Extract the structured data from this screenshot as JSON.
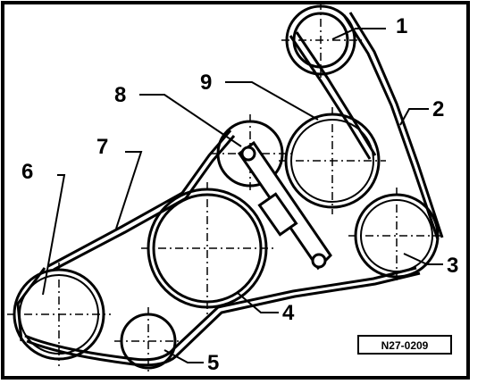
{
  "diagram": {
    "reference_code": "N27-0209",
    "callouts": [
      {
        "id": "pulley-1",
        "label": "1"
      },
      {
        "id": "belt-2",
        "label": "2"
      },
      {
        "id": "pulley-3",
        "label": "3"
      },
      {
        "id": "pulley-4",
        "label": "4"
      },
      {
        "id": "pulley-5",
        "label": "5"
      },
      {
        "id": "pulley-6",
        "label": "6"
      },
      {
        "id": "belt-segment-7",
        "label": "7"
      },
      {
        "id": "tensioner-8",
        "label": "8"
      },
      {
        "id": "pulley-9",
        "label": "9"
      }
    ],
    "colors": {
      "ink": "#000000",
      "paper": "#ffffff"
    }
  }
}
